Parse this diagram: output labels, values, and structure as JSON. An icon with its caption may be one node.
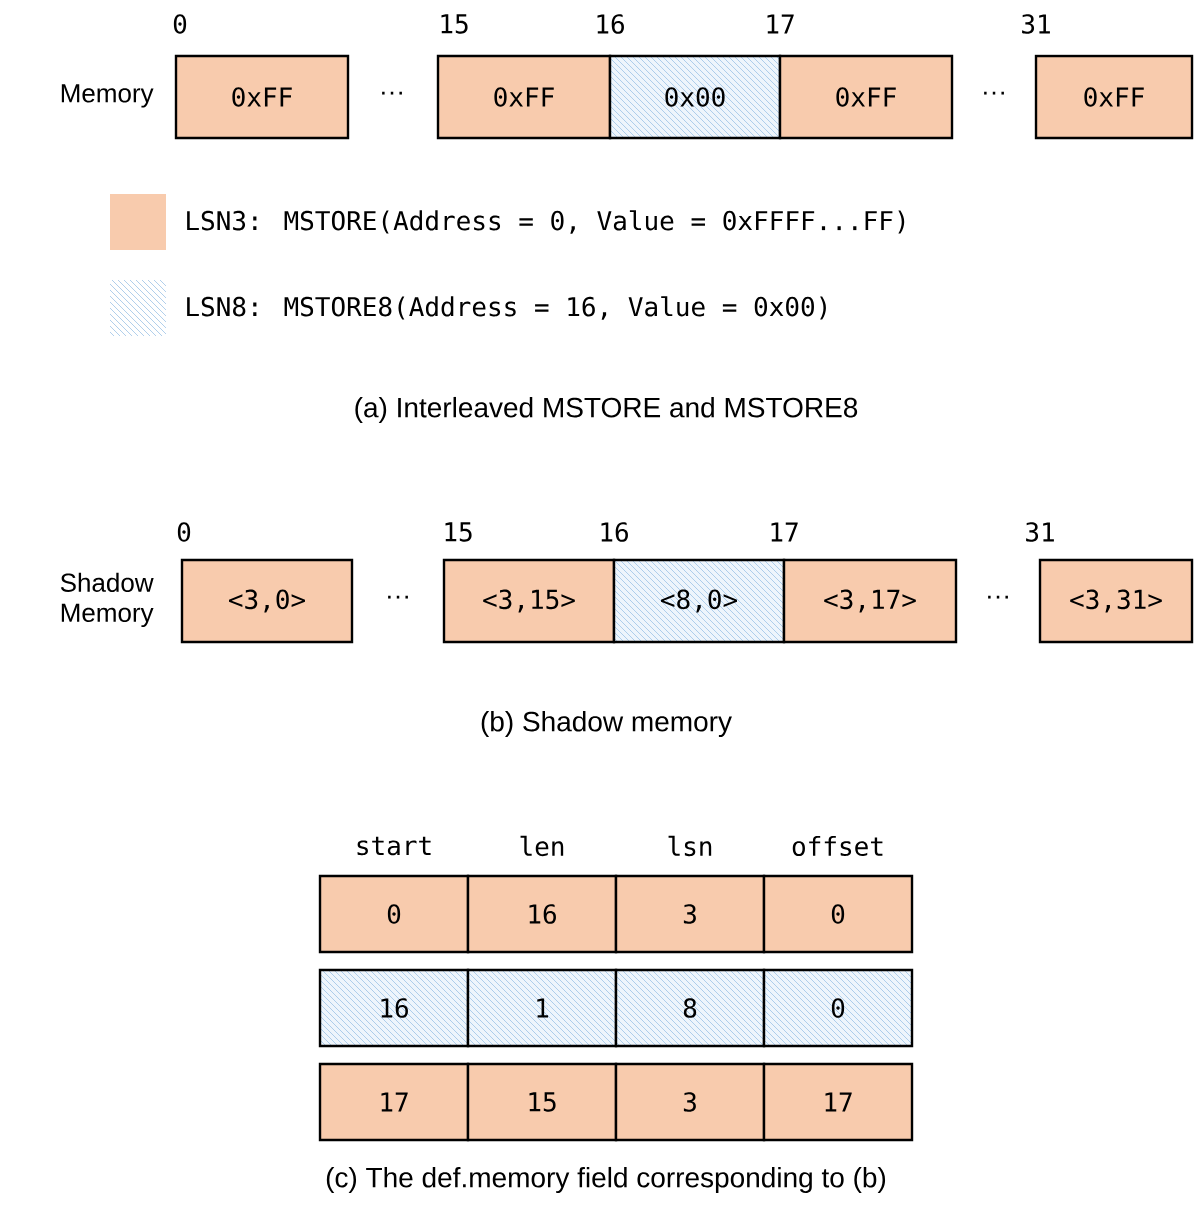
{
  "diagram": {
    "nodes": [
      {
        "text": [
          "0xFF"
        ]
      },
      {
        "text": [
          "0xFF"
        ]
      },
      {
        "text": [
          "0x00"
        ]
      },
      {
        "text": [
          "0xFF"
        ]
      },
      {
        "text": [
          "0xFF"
        ]
      },
      {
        "text": [
          "<3,0>"
        ]
      },
      {
        "text": [
          "<3,15>"
        ]
      },
      {
        "text": [
          "<8,0>"
        ]
      },
      {
        "text": [
          "<3,17>"
        ]
      },
      {
        "text": [
          "<3,31>"
        ]
      }
    ],
    "edges": [],
    "labels": [
      "0",
      "15",
      "16",
      "17",
      "31",
      "Memory",
      "···",
      "···",
      "(a) Interleaved MSTORE and MSTORE8",
      "0",
      "15",
      "16",
      "17",
      "31",
      "Shadow Memory",
      "···",
      "···",
      "(b) Shadow memory",
      "start",
      "len",
      "lsn",
      "offset",
      "0",
      "16",
      "3",
      "0",
      "16",
      "1",
      "8",
      "0",
      "17",
      "15",
      "3",
      "17",
      "(c) The def.memory field corresponding to (b)"
    ],
    "legend": [
      {
        "text": "LSN3: MSTORE(Address = 0, Value = 0xFFFF...FF)",
        "color": "#f8cbad"
      },
      {
        "text": "LSN8: MSTORE8(Address = 16, Value = 0x00)"
      }
    ]
  }
}
